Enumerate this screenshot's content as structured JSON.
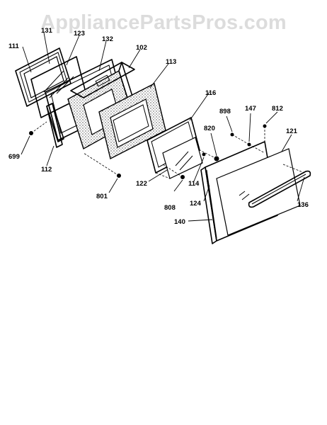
{
  "watermark": "AppliancePartsPros.com",
  "parts": [
    {
      "id": "111"
    },
    {
      "id": "131"
    },
    {
      "id": "123"
    },
    {
      "id": "132"
    },
    {
      "id": "102"
    },
    {
      "id": "113"
    },
    {
      "id": "116"
    },
    {
      "id": "699"
    },
    {
      "id": "112"
    },
    {
      "id": "122"
    },
    {
      "id": "801"
    },
    {
      "id": "808"
    },
    {
      "id": "820"
    },
    {
      "id": "114"
    },
    {
      "id": "898"
    },
    {
      "id": "147"
    },
    {
      "id": "812"
    },
    {
      "id": "121"
    },
    {
      "id": "124"
    },
    {
      "id": "140"
    },
    {
      "id": "136"
    }
  ]
}
